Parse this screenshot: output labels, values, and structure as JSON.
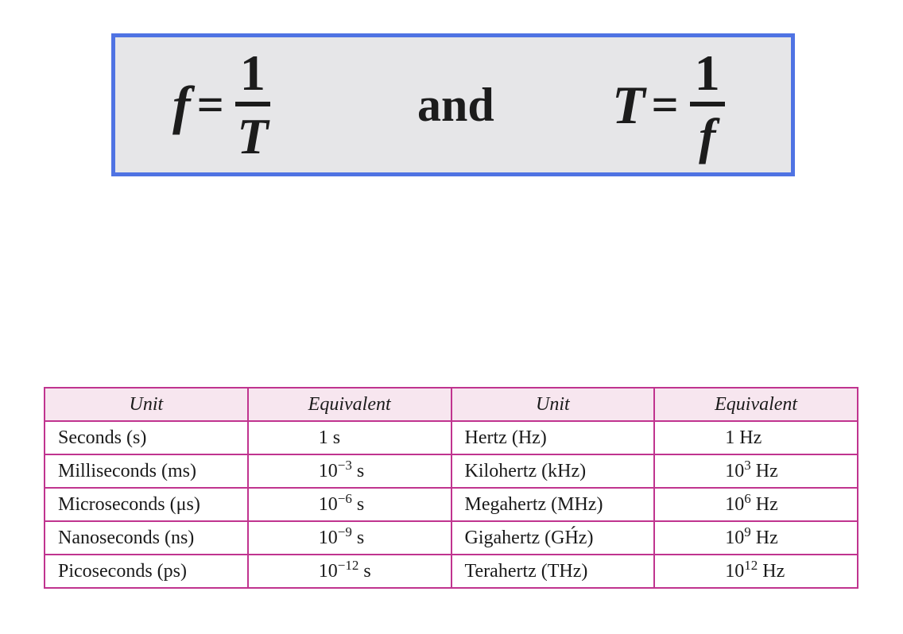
{
  "formulas": {
    "left": {
      "lhs": "f",
      "eq": "=",
      "numerator": "1",
      "denominator": "T"
    },
    "connector": "and",
    "right": {
      "lhs": "T",
      "eq": "=",
      "numerator": "1",
      "denominator": "f"
    }
  },
  "colors": {
    "box_border": "#4f73e3",
    "box_fill": "#e6e6e8",
    "table_border": "#c0348f",
    "table_header_fill": "#f7e6ef"
  },
  "table": {
    "headers": [
      "Unit",
      "Equivalent",
      "Unit",
      "Equivalent"
    ],
    "rows": [
      {
        "time_unit": "Seconds (s)",
        "time_base": "1 s",
        "time_exp": "",
        "time_suffix": "",
        "freq_unit": "Hertz (Hz)",
        "freq_base": "1 Hz",
        "freq_exp": "",
        "freq_suffix": ""
      },
      {
        "time_unit": "Milliseconds (ms)",
        "time_base": "10",
        "time_exp": "−3",
        "time_suffix": " s",
        "freq_unit": "Kilohertz (kHz)",
        "freq_base": "10",
        "freq_exp": "3",
        "freq_suffix": " Hz"
      },
      {
        "time_unit": "Microseconds (μs)",
        "time_base": "10",
        "time_exp": "−6",
        "time_suffix": " s",
        "freq_unit": "Megahertz (MHz)",
        "freq_base": "10",
        "freq_exp": "6",
        "freq_suffix": " Hz"
      },
      {
        "time_unit": "Nanoseconds (ns)",
        "time_base": "10",
        "time_exp": "−9",
        "time_suffix": " s",
        "freq_unit": "Gigahertz (GH́z)",
        "freq_base": "10",
        "freq_exp": "9",
        "freq_suffix": " Hz"
      },
      {
        "time_unit": "Picoseconds (ps)",
        "time_base": "10",
        "time_exp": "−12",
        "time_suffix": " s",
        "freq_unit": "Terahertz (THz)",
        "freq_base": "10",
        "freq_exp": "12",
        "freq_suffix": " Hz"
      }
    ]
  }
}
